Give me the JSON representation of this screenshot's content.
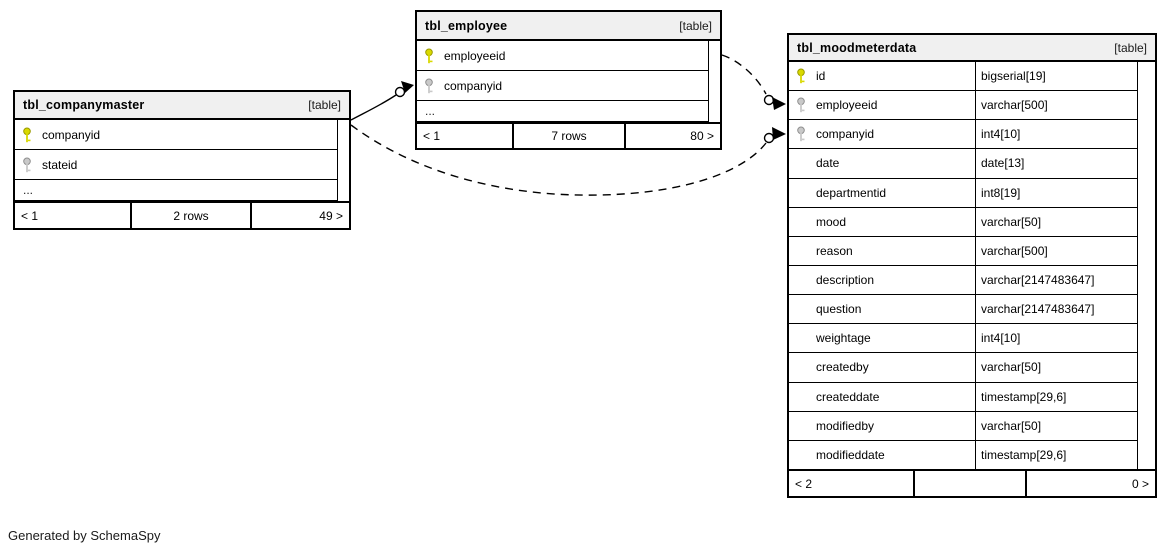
{
  "diagram": {
    "generated_note": "Generated by SchemaSpy",
    "tables": {
      "companymaster": {
        "title": "tbl_companymaster",
        "tag": "[table]",
        "rows": [
          {
            "name": "companyid",
            "key": "primary"
          },
          {
            "name": "stateid",
            "key": "foreign"
          }
        ],
        "ellipsis": "...",
        "footer": {
          "left": "< 1",
          "center": "2 rows",
          "right": "49 >"
        }
      },
      "employee": {
        "title": "tbl_employee",
        "tag": "[table]",
        "rows": [
          {
            "name": "employeeid",
            "key": "primary"
          },
          {
            "name": "companyid",
            "key": "foreign"
          }
        ],
        "ellipsis": "...",
        "footer": {
          "left": "< 1",
          "center": "7 rows",
          "right": "80 >"
        }
      },
      "moodmeterdata": {
        "title": "tbl_moodmeterdata",
        "tag": "[table]",
        "rows": [
          {
            "name": "id",
            "type": "bigserial[19]",
            "key": "primary"
          },
          {
            "name": "employeeid",
            "type": "varchar[500]",
            "key": "foreign"
          },
          {
            "name": "companyid",
            "type": "int4[10]",
            "key": "foreign"
          },
          {
            "name": "date",
            "type": "date[13]",
            "key": "none"
          },
          {
            "name": "departmentid",
            "type": "int8[19]",
            "key": "none"
          },
          {
            "name": "mood",
            "type": "varchar[50]",
            "key": "none"
          },
          {
            "name": "reason",
            "type": "varchar[500]",
            "key": "none"
          },
          {
            "name": "description",
            "type": "varchar[2147483647]",
            "key": "none"
          },
          {
            "name": "question",
            "type": "varchar[2147483647]",
            "key": "none"
          },
          {
            "name": "weightage",
            "type": "int4[10]",
            "key": "none"
          },
          {
            "name": "createdby",
            "type": "varchar[50]",
            "key": "none"
          },
          {
            "name": "createddate",
            "type": "timestamp[29,6]",
            "key": "none"
          },
          {
            "name": "modifiedby",
            "type": "varchar[50]",
            "key": "none"
          },
          {
            "name": "modifieddate",
            "type": "timestamp[29,6]",
            "key": "none"
          }
        ],
        "footer": {
          "left": "< 2",
          "center": "",
          "right": "0 >"
        }
      }
    },
    "relationships": [
      {
        "from": "tbl_companymaster.companyid",
        "to": "tbl_employee.companyid",
        "style": "solid"
      },
      {
        "from": "tbl_employee.employeeid",
        "to": "tbl_moodmeterdata.employeeid",
        "style": "dashed"
      },
      {
        "from": "tbl_companymaster.companyid",
        "to": "tbl_moodmeterdata.companyid",
        "style": "dashed"
      }
    ],
    "colors": {
      "primary_key": "#d9d900",
      "foreign_key": "#c9c9c9",
      "header_bg": "#f0f0f0",
      "border": "#000000"
    }
  }
}
